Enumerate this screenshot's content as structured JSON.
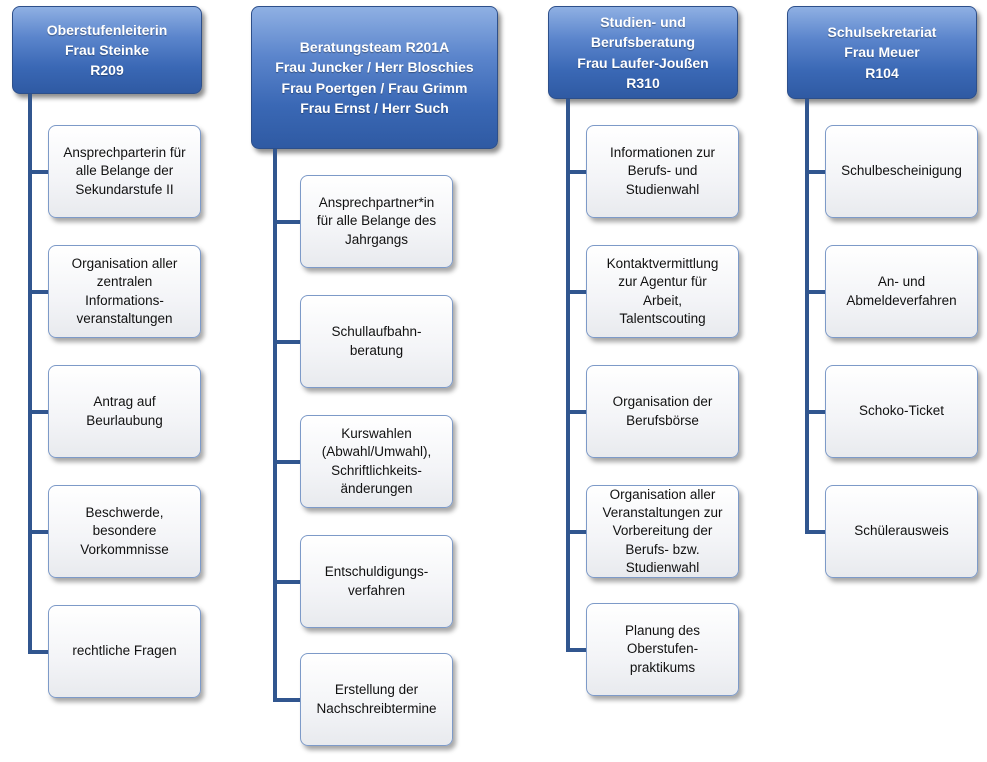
{
  "columns": [
    {
      "header": [
        "Oberstufenleiterin",
        "Frau Steinke",
        "R209"
      ],
      "items": [
        "Ansprechparterin für\nalle Belange der\nSekundarstufe II",
        "Organisation aller\nzentralen\nInformations-\nveranstaltungen",
        "Antrag auf\nBeurlaubung",
        "Beschwerde,\nbesondere\nVorkommnisse",
        "rechtliche Fragen"
      ]
    },
    {
      "header": [
        "Beratungsteam R201A",
        "Frau Juncker / Herr Bloschies",
        "Frau Poertgen / Frau Grimm",
        "Frau Ernst / Herr Such"
      ],
      "items": [
        "Ansprechpartner*in\nfür alle Belange des\nJahrgangs",
        "Schullaufbahn-\nberatung",
        "Kurswahlen\n(Abwahl/Umwahl),\nSchriftlichkeits-\nänderungen",
        "Entschuldigungs-\nverfahren",
        "Erstellung der\nNachschreibtermine"
      ]
    },
    {
      "header": [
        "Studien- und",
        "Berufsberatung",
        "Frau Laufer-Joußen",
        "R310"
      ],
      "items": [
        "Informationen zur\nBerufs- und\nStudienwahl",
        "Kontaktvermittlung\nzur Agentur für\nArbeit,\nTalentscouting",
        "Organisation der\nBerufsbörse",
        "Organisation aller\nVeranstaltungen zur\nVorbereitung der\nBerufs- bzw.\nStudienwahl",
        "Planung des\nOberstufen-\npraktikums"
      ]
    },
    {
      "header": [
        "Schulsekretariat",
        "Frau Meuer",
        "R104"
      ],
      "items": [
        "Schulbescheinigung",
        "An- und\nAbmeldeverfahren",
        "Schoko-Ticket",
        "Schülerausweis"
      ]
    }
  ]
}
